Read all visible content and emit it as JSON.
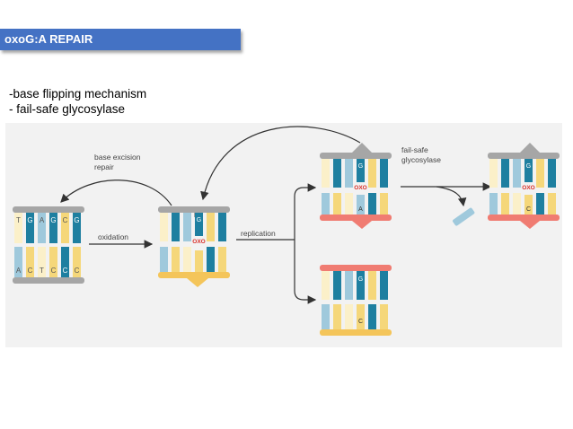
{
  "header": {
    "title": "oxoG:A REPAIR"
  },
  "bullets": [
    "-base flipping mechanism",
    "- fail-safe glycosylase"
  ],
  "diagram": {
    "labels": {
      "base_excision": "base excision",
      "repair": "repair",
      "oxidation": "oxidation",
      "replication": "replication",
      "fail_safe": "fail-safe",
      "glycosylase": "glycosylase"
    },
    "dna1": {
      "top": [
        "T",
        "G",
        "A",
        "G",
        "C",
        "G"
      ],
      "bottom": [
        "A",
        "C",
        "T",
        "C",
        "C",
        "C"
      ]
    },
    "marks": {
      "oxo": "OXO",
      "g": "G",
      "a": "A",
      "c": "C"
    },
    "colors": {
      "teal": "#1e7fa0",
      "light_blue": "#9fc9dc",
      "yellow": "#f5d77a",
      "cream": "#fbf0c9",
      "gray_bar": "#a6a6a6",
      "red_bar": "#f07c72",
      "yellow_bar": "#f4c55a",
      "oxo_red": "#d9302a"
    }
  }
}
